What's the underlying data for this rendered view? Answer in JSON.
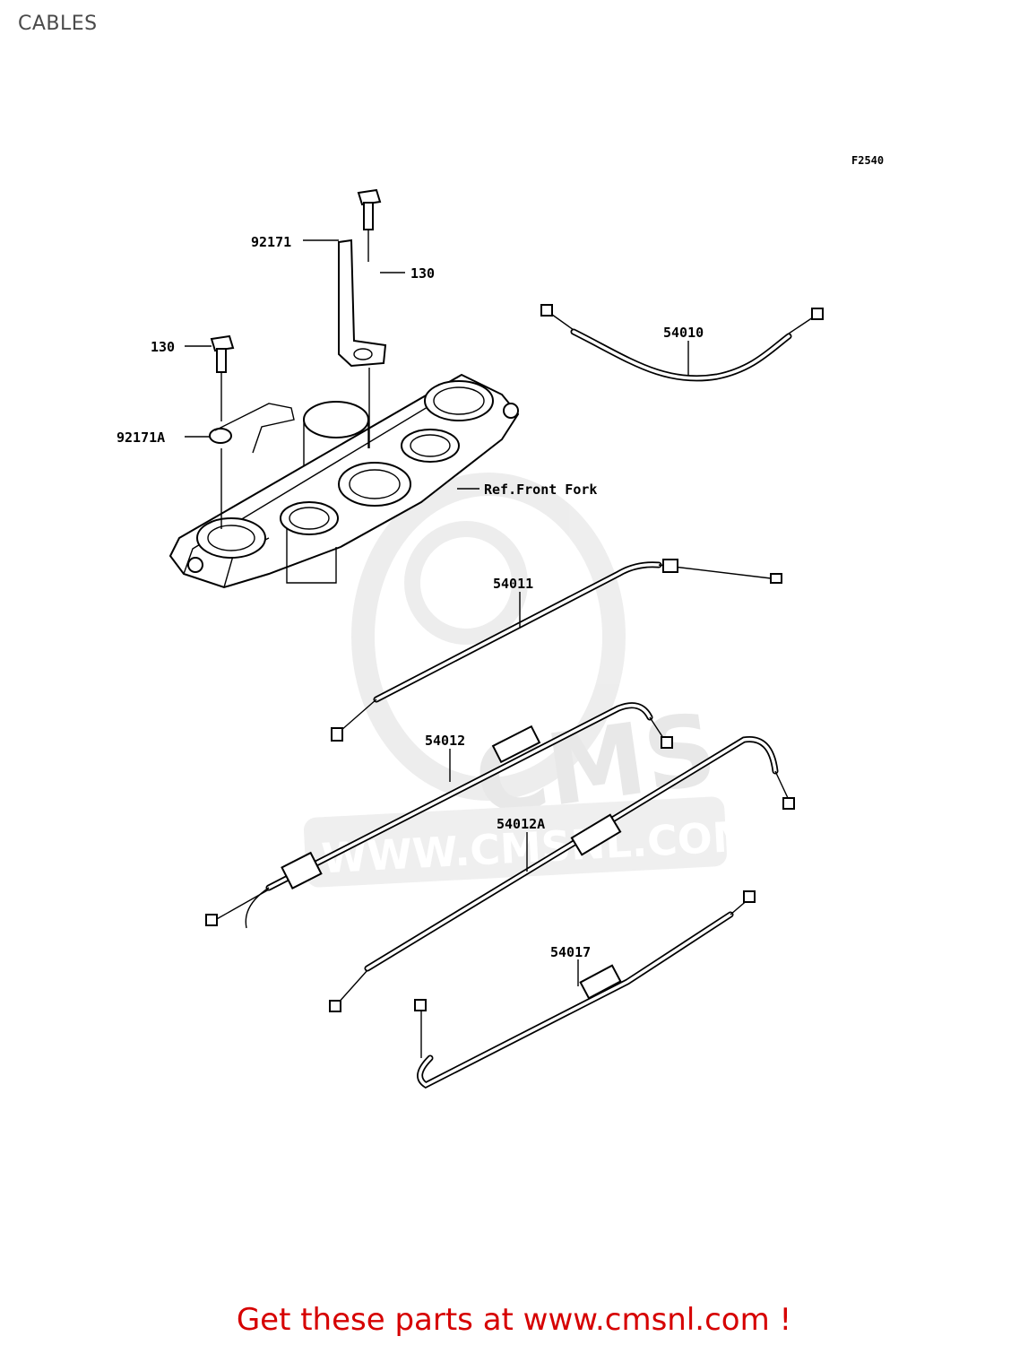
{
  "page": {
    "title": "CABLES",
    "figure_code": "F2540",
    "footer": "Get these parts at www.cmsnl.com !"
  },
  "watermark": {
    "brand": "CMS",
    "url": "WWW.CMSNL.COM"
  },
  "callouts": [
    {
      "id": "92171",
      "label": "92171"
    },
    {
      "id": "130-top",
      "label": "130"
    },
    {
      "id": "130-left",
      "label": "130"
    },
    {
      "id": "92171A",
      "label": "92171A"
    },
    {
      "id": "ref-front-fork",
      "label": "Ref.Front Fork"
    },
    {
      "id": "54010",
      "label": "54010"
    },
    {
      "id": "54011",
      "label": "54011"
    },
    {
      "id": "54012",
      "label": "54012"
    },
    {
      "id": "54012A",
      "label": "54012A"
    },
    {
      "id": "54017",
      "label": "54017"
    }
  ],
  "colors": {
    "footer": "#d60000",
    "title": "#4a4a4a",
    "watermark": "#e6e6e6"
  }
}
